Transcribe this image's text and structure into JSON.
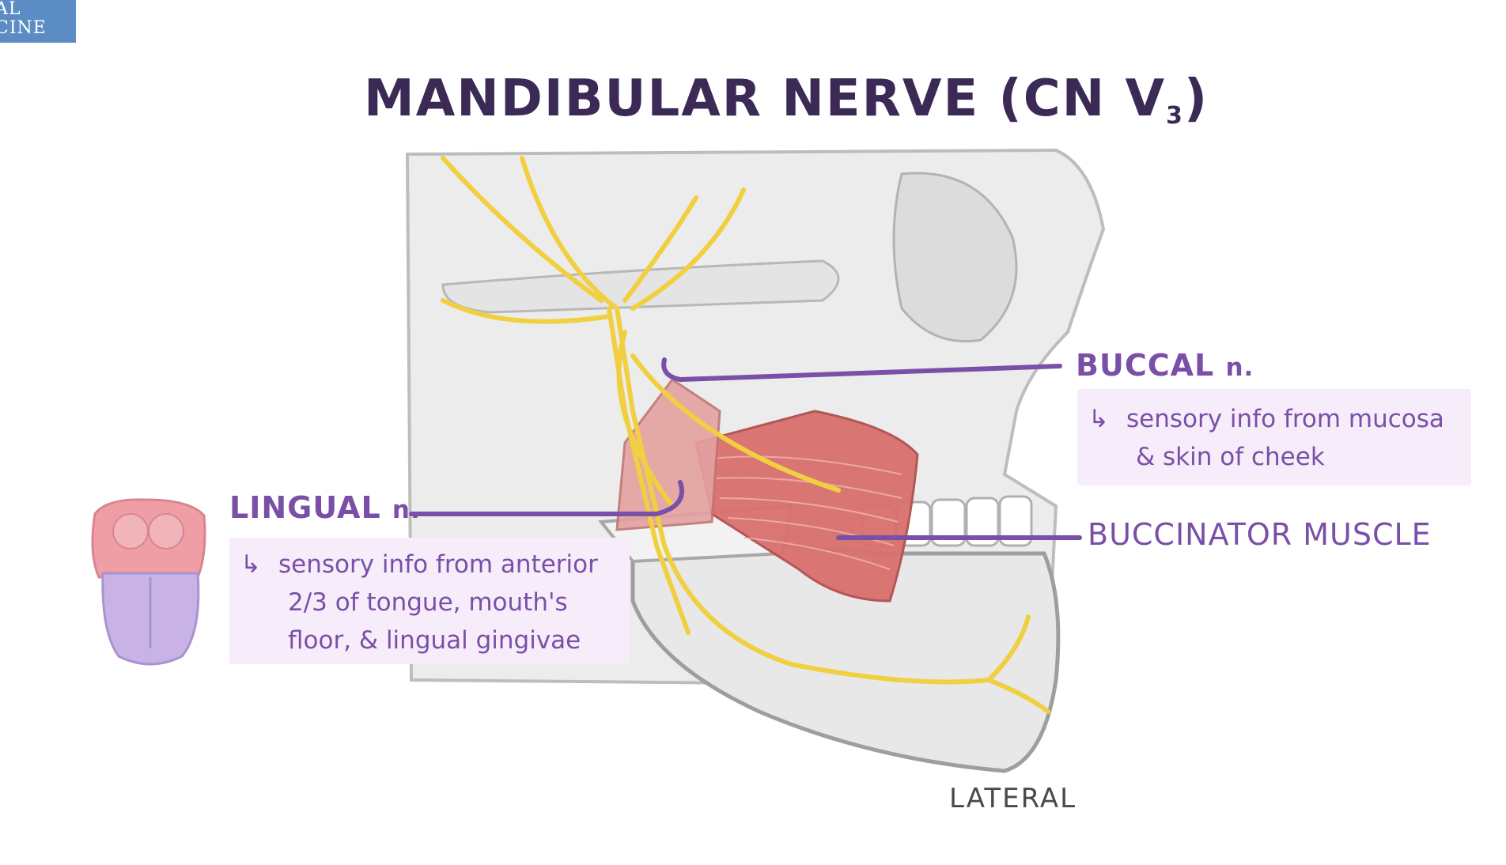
{
  "logo": {
    "line1": "AL",
    "line2": "CINE"
  },
  "title": {
    "main": "MANDIBULAR NERVE (CN V",
    "subscript": "3",
    "close": ")"
  },
  "labels": {
    "buccal": {
      "name": "BUCCAL",
      "suffix": "n.",
      "desc_line1": "sensory info from mucosa",
      "desc_line2": "& skin of cheek"
    },
    "lingual": {
      "name": "LINGUAL",
      "suffix": "n.",
      "desc_line1": "sensory info from anterior",
      "desc_line2": "2/3 of tongue, mouth's",
      "desc_line3": "floor, & lingual gingivae"
    },
    "buccinator": {
      "name": "BUCCINATOR MUSCLE"
    },
    "view": "LATERAL"
  },
  "colors": {
    "title": "#3a2a55",
    "label": "#7a4fa8",
    "leader_line": "#7a4fa8",
    "box_bg": "#f6ecfa",
    "nerve": "#f0d040",
    "muscle": "#d9706e",
    "bone": "#e2e2e2",
    "tongue_tip": "#c9b3e6",
    "tongue_base": "#ef9ea6",
    "logo": "#5b8cc4"
  },
  "icons": {
    "arrow": "hook-arrow-icon"
  }
}
